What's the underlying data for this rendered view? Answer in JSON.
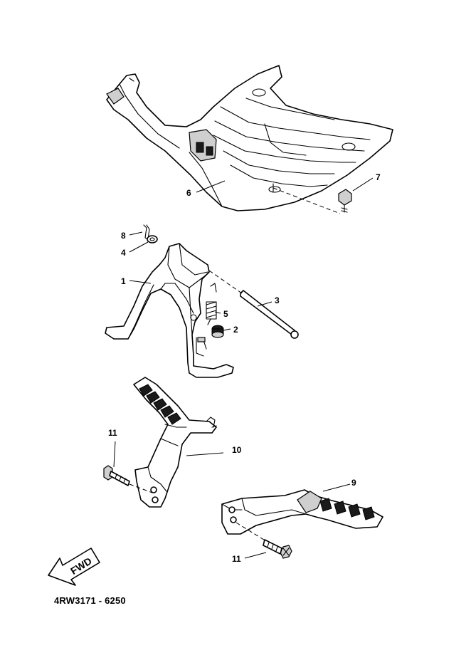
{
  "callouts": {
    "c1": "1",
    "c2": "2",
    "c3": "3",
    "c4": "4",
    "c5": "5",
    "c6": "6",
    "c7": "7",
    "c8": "8",
    "c9": "9",
    "c10": "10",
    "c11a": "11",
    "c11b": "11"
  },
  "fwd_label": "FWD",
  "diagram_code": "4RW3171 - 6250"
}
